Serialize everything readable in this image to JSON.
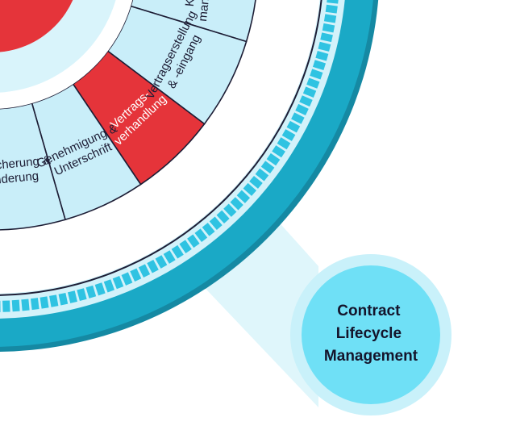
{
  "colors": {
    "outer_ring": "#1aa9c6",
    "outer_ring_dark": "#1589a3",
    "dash_band": "#d3f2fa",
    "dash": "#2fc3e2",
    "segment_fill": "#c9eef9",
    "segment_active": "#e5343a",
    "hub_red": "#e5343a",
    "hub_pale": "#d9f4fb",
    "beam": "#dff6fb",
    "badge_fill": "#6fe0f6",
    "badge_halo": "#c9f1fa",
    "divider": "#1d1d35"
  },
  "segments": [
    {
      "lines": [
        "Klausel-",
        "management"
      ],
      "active": false
    },
    {
      "lines": [
        "Vertragserstellung",
        "& -eingang"
      ],
      "active": false
    },
    {
      "lines": [
        "Vertrags-",
        "verhandlung"
      ],
      "active": true
    },
    {
      "lines": [
        "Genehmigung &",
        "Unterschrift"
      ],
      "active": false
    },
    {
      "lines": [
        "Speicherung &",
        "Änderung"
      ],
      "active": false
    }
  ],
  "center_badge": {
    "lines": [
      "Contract",
      "Lifecycle",
      "Management"
    ]
  }
}
